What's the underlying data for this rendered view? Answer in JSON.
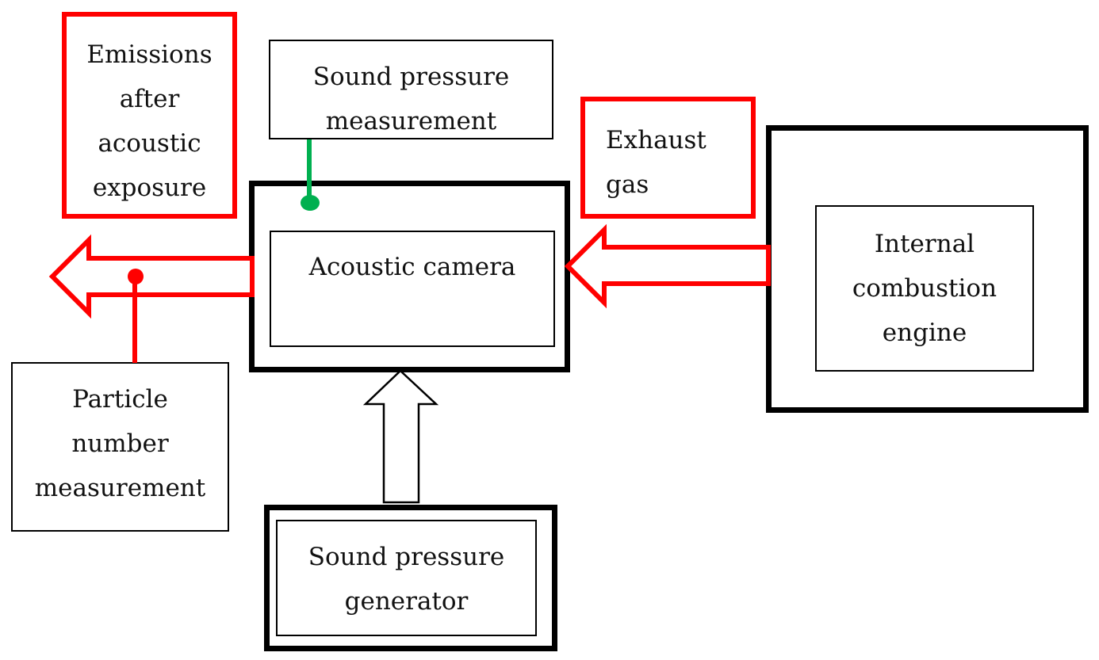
{
  "colors": {
    "emission_red": "#ff0000",
    "sound_green": "#00b050",
    "outline_black": "#000000"
  },
  "boxes": {
    "emissions_after": {
      "lines": [
        "Emissions",
        "after",
        "acoustic",
        "exposure"
      ]
    },
    "sound_pressure_measurement": {
      "lines": [
        "Sound pressure",
        "measurement"
      ]
    },
    "exhaust_gas": {
      "lines": [
        "Exhaust",
        "gas"
      ]
    },
    "internal_combustion_engine": {
      "lines": [
        "Internal",
        "combustion",
        "engine"
      ]
    },
    "acoustic_camera": {
      "lines": [
        "Acoustic camera"
      ]
    },
    "particle_number_measurement": {
      "lines": [
        "Particle",
        "number",
        "measurement"
      ]
    },
    "sound_pressure_generator": {
      "lines": [
        "Sound pressure",
        "generator"
      ]
    }
  }
}
